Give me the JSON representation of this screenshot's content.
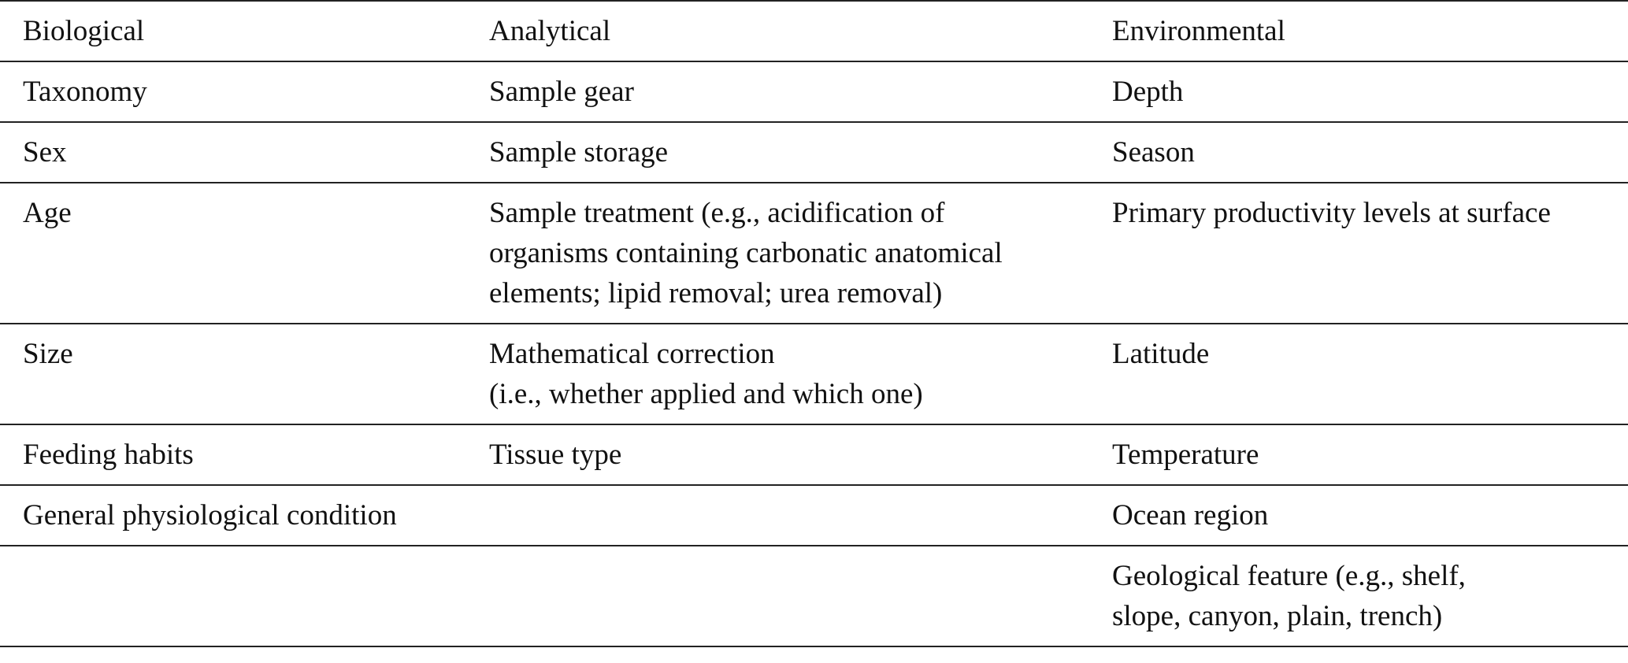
{
  "table": {
    "headers": [
      "Biological",
      "Analytical",
      "Environmental"
    ],
    "rows": [
      [
        "Taxonomy",
        "Sample gear",
        "Depth"
      ],
      [
        "Sex",
        "Sample storage",
        "Season"
      ],
      [
        "Age",
        "Sample treatment (e.g., acidification of\norganisms containing carbonatic anatomical\nelements; lipid removal; urea removal)",
        "Primary productivity levels at surface"
      ],
      [
        "Size",
        "Mathematical correction\n(i.e., whether applied and which one)",
        "Latitude"
      ],
      [
        "Feeding habits",
        "Tissue type",
        "Temperature"
      ],
      [
        "General physiological condition",
        "",
        "Ocean region"
      ],
      [
        "",
        "",
        "Geological feature (e.g., shelf,\nslope, canyon, plain, trench)"
      ]
    ]
  }
}
